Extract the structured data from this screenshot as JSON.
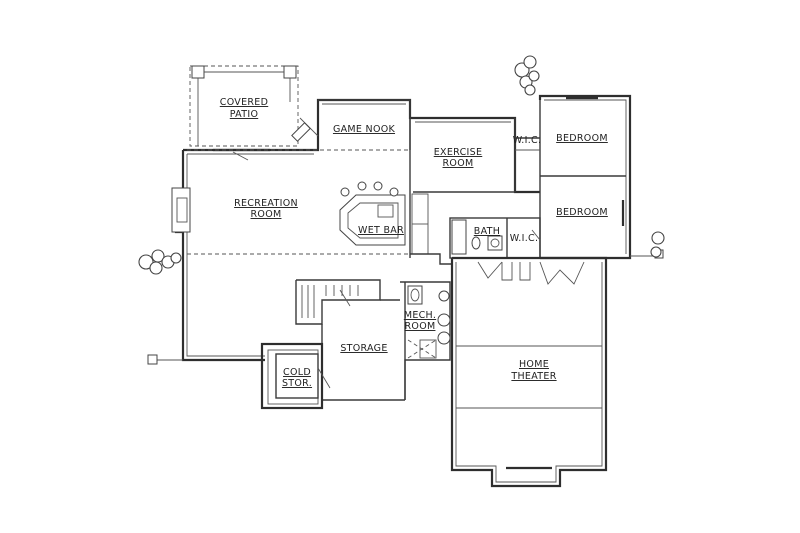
{
  "rooms": {
    "covered_patio": [
      "COVERED",
      "PATIO"
    ],
    "game_nook": "GAME NOOK",
    "exercise_room": [
      "EXERCISE",
      "ROOM"
    ],
    "wic_top": "W.I.C.",
    "bedroom_1": "BEDROOM",
    "bedroom_2": "BEDROOM",
    "recreation_room": [
      "RECREATION",
      "ROOM"
    ],
    "wet_bar": "WET BAR",
    "bath": "BATH",
    "wic_bottom": "W.I.C.",
    "mech_room": [
      "MECH.",
      "ROOM"
    ],
    "storage": "STORAGE",
    "cold_storage": [
      "COLD",
      "STOR."
    ],
    "home_theater": [
      "HOME",
      "THEATER"
    ]
  }
}
